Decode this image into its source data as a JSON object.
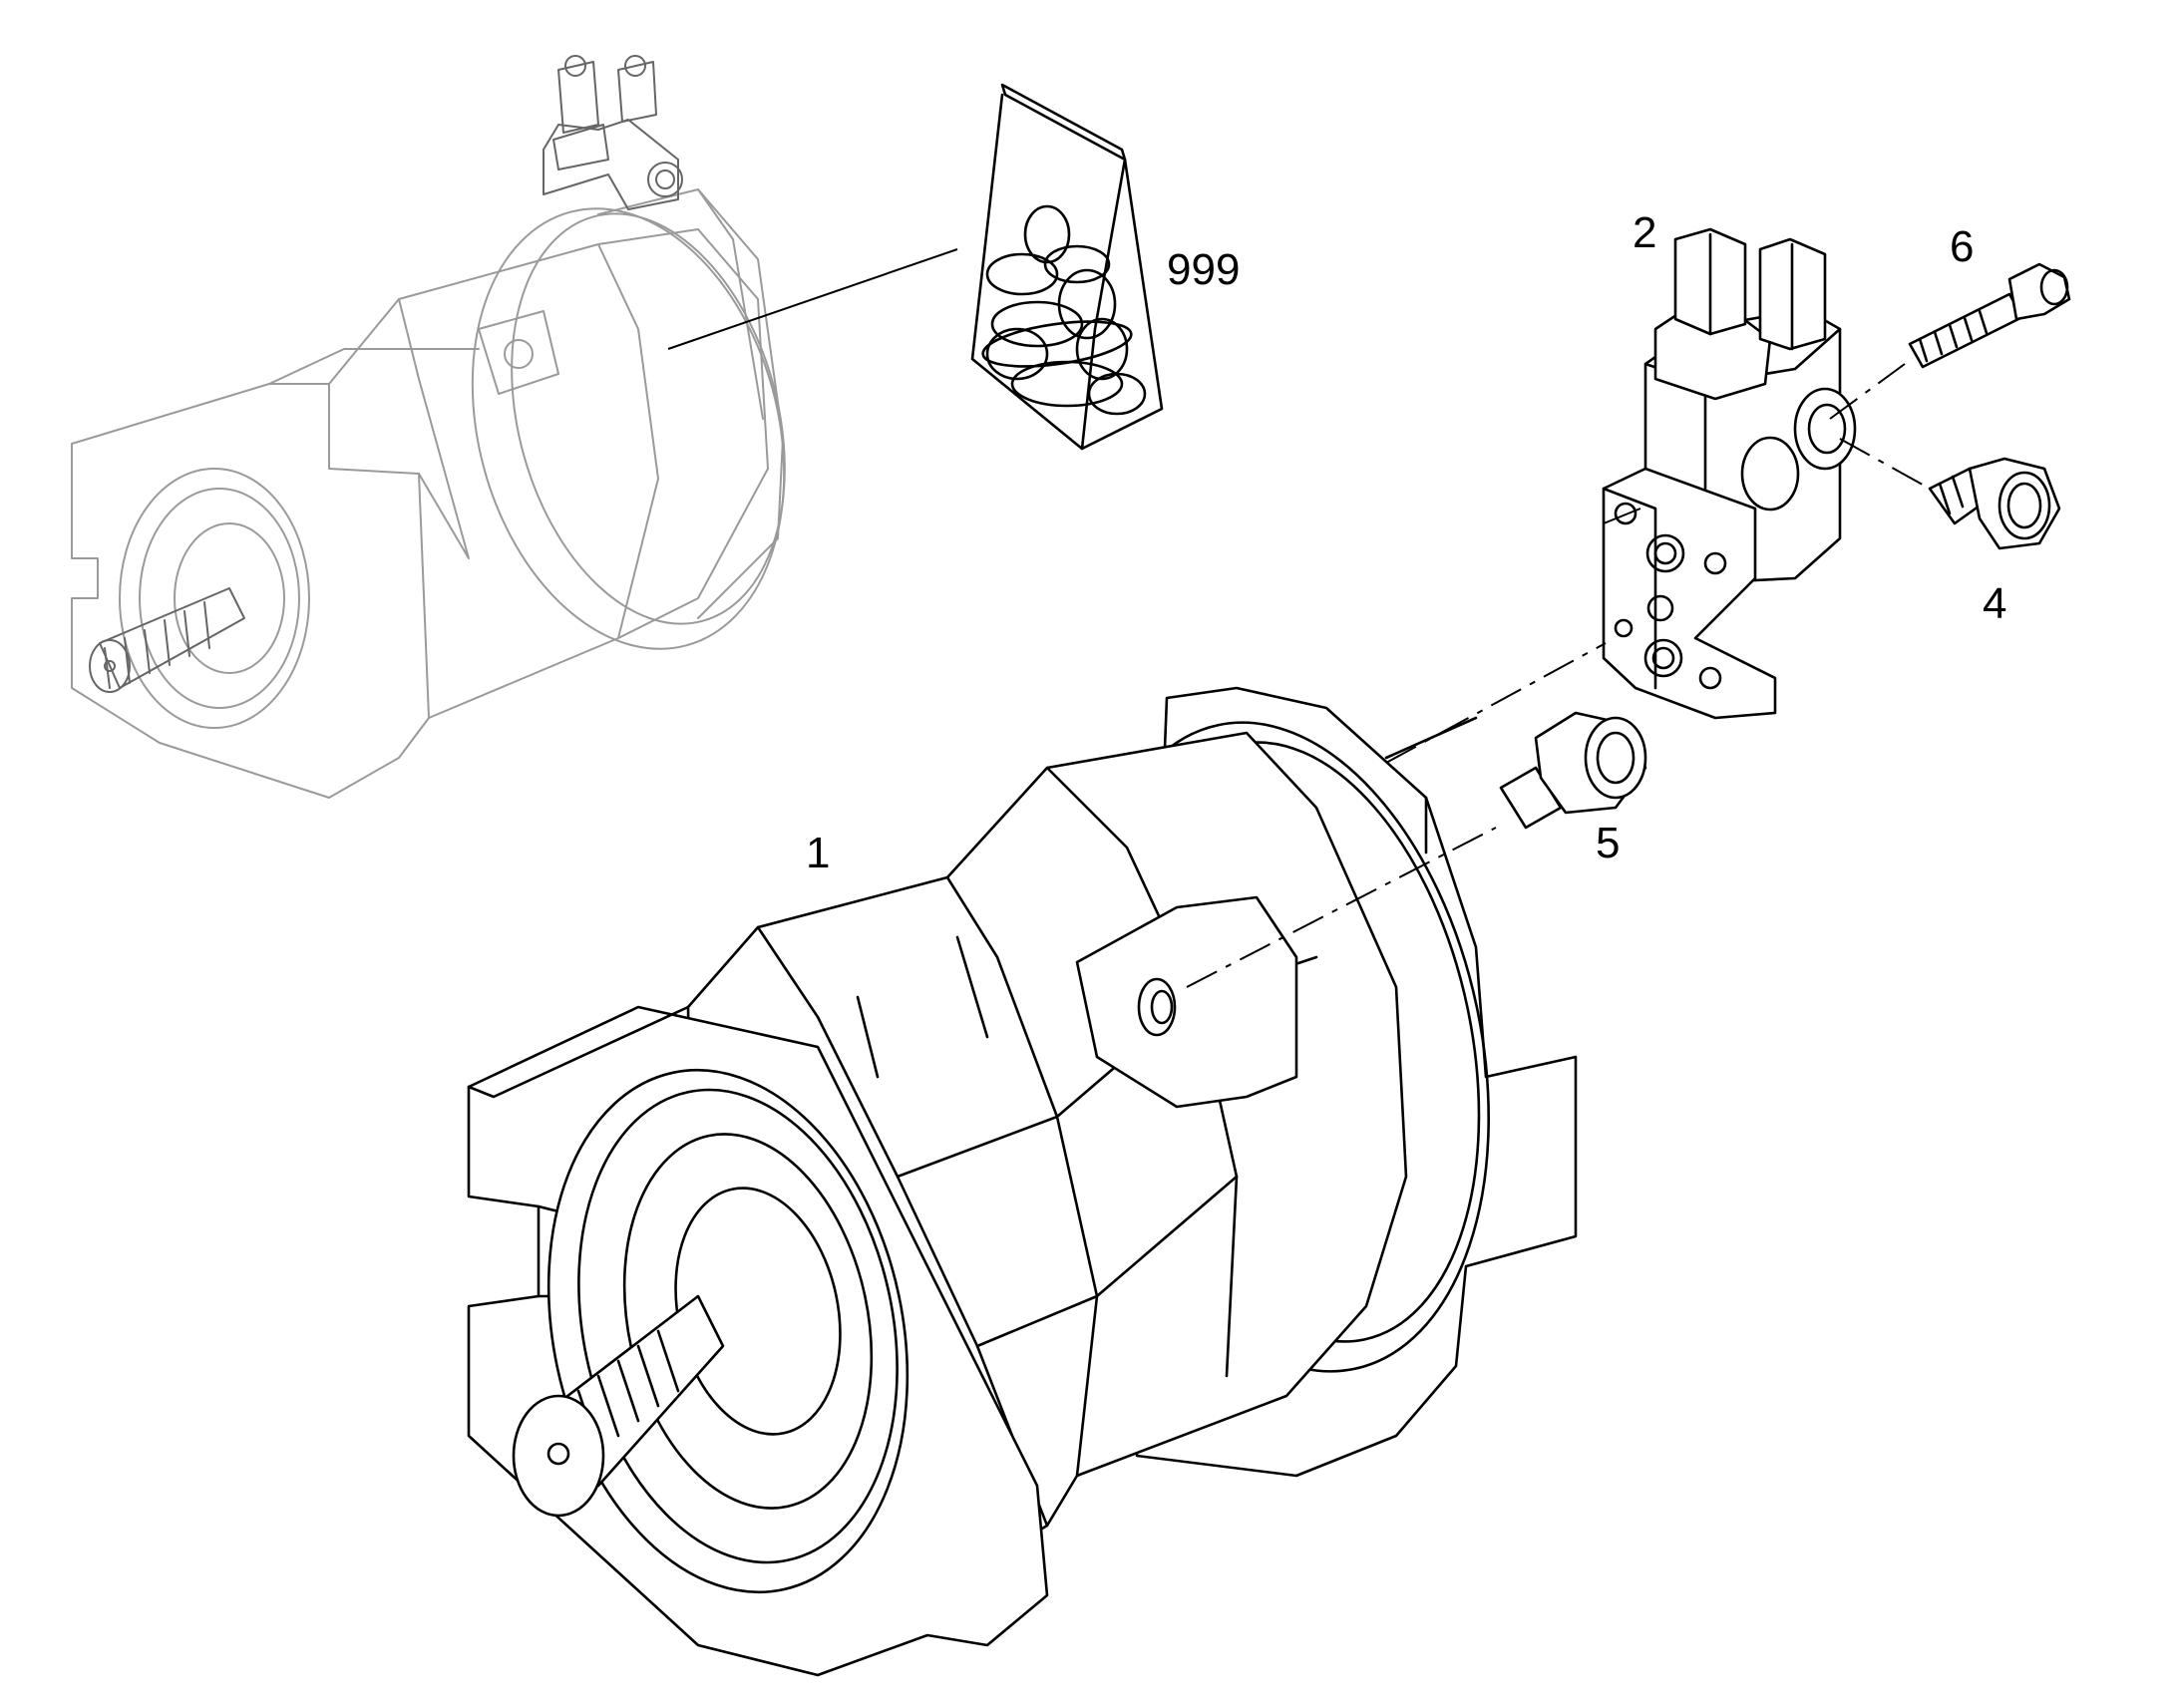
{
  "callouts": {
    "c1": "1",
    "c2": "2",
    "c4": "4",
    "c5": "5",
    "c6": "6",
    "c999": "999"
  },
  "colors": {
    "line": "#000000",
    "ghost_line": "#9a9a9a",
    "background": "#ffffff"
  }
}
